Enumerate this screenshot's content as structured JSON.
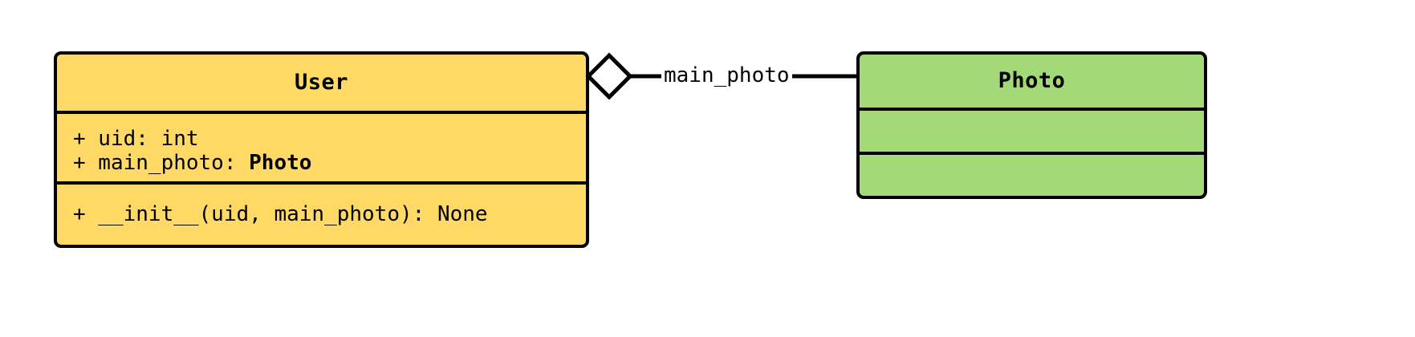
{
  "diagram": {
    "type": "uml-class-diagram",
    "background": "#ffffff",
    "classes": [
      {
        "id": "user",
        "name": "User",
        "fill": "#ffd966",
        "stroke": "#000000",
        "attributes": [
          {
            "visibility": "+",
            "text": "+ uid: int",
            "name": "uid",
            "datatype": "int",
            "bold_type": false
          },
          {
            "visibility": "+",
            "text": "+ main_photo: ",
            "name": "main_photo",
            "datatype": "Photo",
            "bold_type": true
          }
        ],
        "methods": [
          {
            "visibility": "+",
            "text": "+ __init__(uid, main_photo): None",
            "name": "__init__",
            "params": "uid, main_photo",
            "returns": "None"
          }
        ]
      },
      {
        "id": "photo",
        "name": "Photo",
        "fill": "#a3d977",
        "stroke": "#000000",
        "attributes": [],
        "methods": []
      }
    ],
    "relationships": [
      {
        "kind": "aggregation",
        "source": "User",
        "target": "Photo",
        "label": "main_photo",
        "diamond": "hollow",
        "diamond_fill": "#ffffff",
        "line_color": "#000000"
      }
    ]
  }
}
